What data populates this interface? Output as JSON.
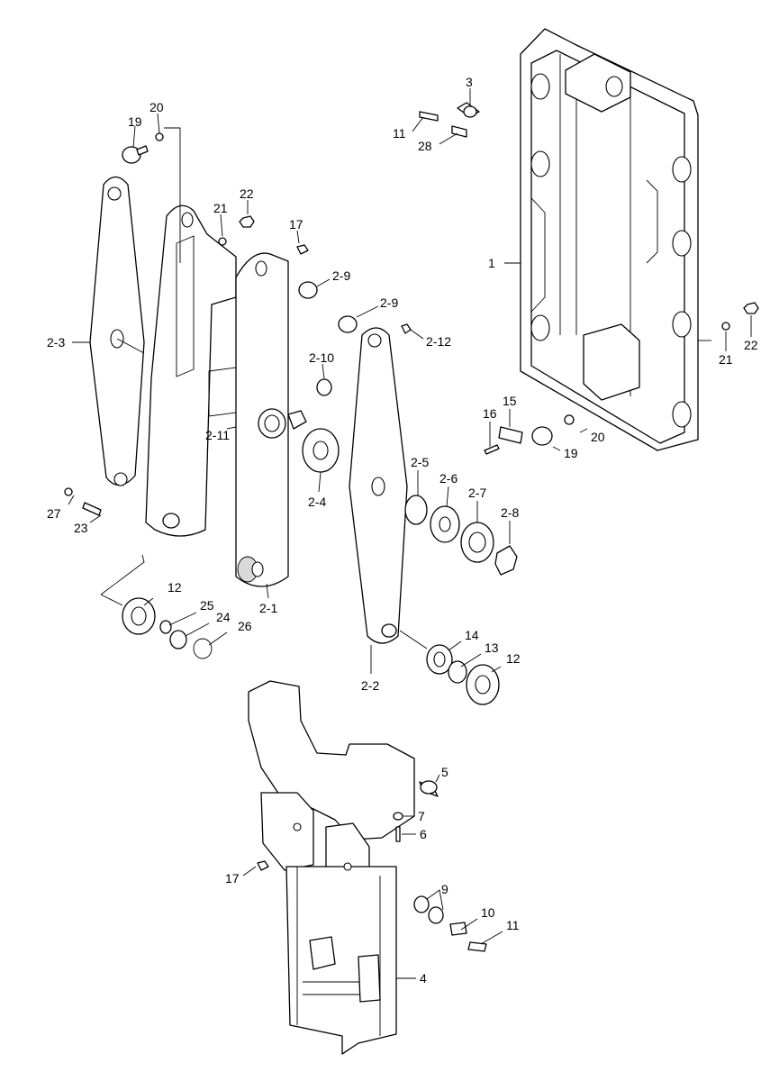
{
  "labels": {
    "l3": "3",
    "l11a": "11",
    "l28": "28",
    "l19a": "19",
    "l20a": "20",
    "l21a": "21",
    "l22a": "22",
    "l17a": "17",
    "l1": "1",
    "l2_9a": "2-9",
    "l2_9b": "2-9",
    "l2_12": "2-12",
    "l2_3": "2-3",
    "l2_10": "2-10",
    "l2_11": "2-11",
    "l21b": "21",
    "l22b": "22",
    "l15": "15",
    "l16": "16",
    "l19b": "19",
    "l20b": "20",
    "l2_4": "2-4",
    "l2_5": "2-5",
    "l2_6": "2-6",
    "l2_7": "2-7",
    "l2_8": "2-8",
    "l27": "27",
    "l23": "23",
    "l12a": "12",
    "l25": "25",
    "l24": "24",
    "l26": "26",
    "l2_1": "2-1",
    "l14": "14",
    "l13": "13",
    "l12b": "12",
    "l2_2": "2-2",
    "l5": "5",
    "l7": "7",
    "l6": "6",
    "l17b": "17",
    "l9": "9",
    "l10": "10",
    "l11b": "11",
    "l4": "4"
  }
}
